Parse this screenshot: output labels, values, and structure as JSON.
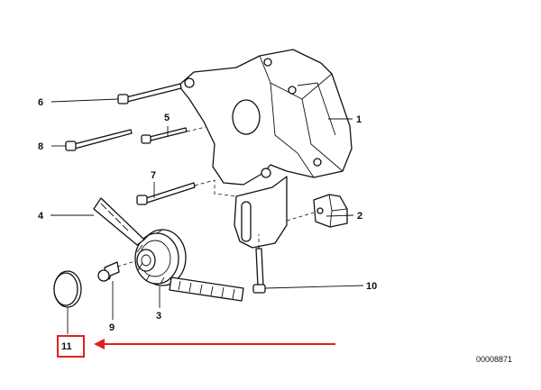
{
  "callouts": {
    "c1": "1",
    "c2": "2",
    "c3": "3",
    "c4": "4",
    "c5": "5",
    "c6": "6",
    "c7": "7",
    "c8": "8",
    "c9": "9",
    "c10": "10",
    "c11": "11"
  },
  "diagram_number": "00008871",
  "highlight": {
    "color": "#e02020",
    "target_callout": "11"
  }
}
